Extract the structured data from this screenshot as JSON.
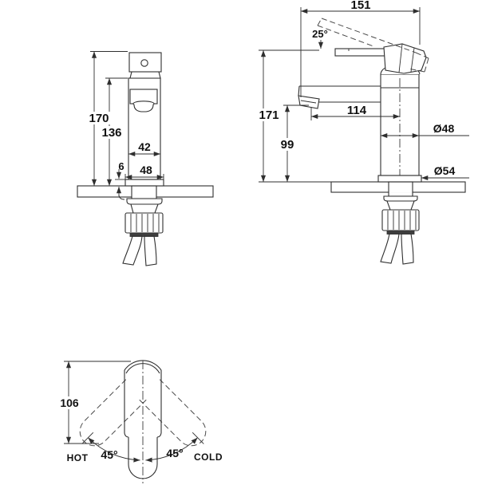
{
  "drawing": {
    "type": "faucet-technical-drawing",
    "colors": {
      "background": "#ffffff",
      "line": "#2f2f2f",
      "text": "#111111"
    },
    "front_view": {
      "total_height": "170",
      "upper_height": "136",
      "body_width": "42",
      "flange_height": "6",
      "flange_width": "48"
    },
    "side_view": {
      "projection": "151",
      "handle_angle": "25°",
      "total_height": "171",
      "spout_reach": "114",
      "spout_height": "99",
      "body_diameter": "Ø48",
      "base_diameter": "Ø54"
    },
    "top_view": {
      "depth": "106",
      "swing_left": "45°",
      "swing_right": "45°",
      "hot": "HOT",
      "cold": "COLD"
    }
  }
}
